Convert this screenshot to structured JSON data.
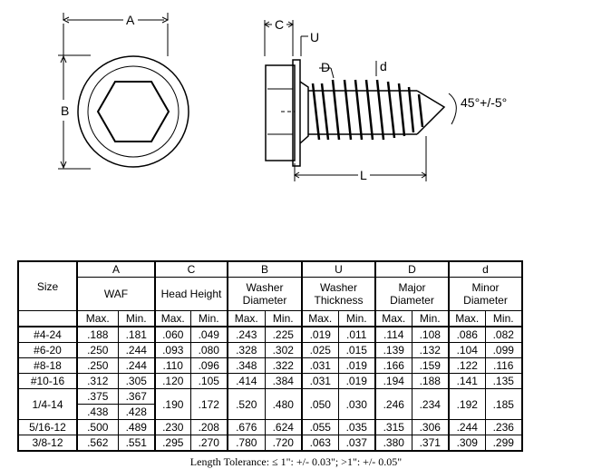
{
  "drawing": {
    "front_view": {
      "label_a": "A",
      "label_b": "B"
    },
    "side_view": {
      "label_c": "C",
      "label_u": "U",
      "label_d_upper": "D",
      "label_d_lower": "d",
      "label_l": "L",
      "angle": "45°+/-5°"
    }
  },
  "table": {
    "groups": [
      "A",
      "C",
      "B",
      "U",
      "D",
      "d"
    ],
    "size_header": "Size",
    "names": [
      "WAF",
      "Head Height",
      "Washer\nDiameter",
      "Washer\nThickness",
      "Major\nDiameter",
      "Minor\nDiameter"
    ],
    "max_label": "Max.",
    "min_label": "Min.",
    "rows": [
      {
        "size": "#4-24",
        "vals": [
          ".188",
          ".181",
          ".060",
          ".049",
          ".243",
          ".225",
          ".019",
          ".011",
          ".114",
          ".108",
          ".086",
          ".082"
        ]
      },
      {
        "size": "#6-20",
        "vals": [
          ".250",
          ".244",
          ".093",
          ".080",
          ".328",
          ".302",
          ".025",
          ".015",
          ".139",
          ".132",
          ".104",
          ".099"
        ]
      },
      {
        "size": "#8-18",
        "vals": [
          ".250",
          ".244",
          ".110",
          ".096",
          ".348",
          ".322",
          ".031",
          ".019",
          ".166",
          ".159",
          ".122",
          ".116"
        ]
      },
      {
        "size": "#10-16",
        "vals": [
          ".312",
          ".305",
          ".120",
          ".105",
          ".414",
          ".384",
          ".031",
          ".019",
          ".194",
          ".188",
          ".141",
          ".135"
        ]
      },
      {
        "size": "1/4-14",
        "waf": [
          ".375",
          ".367",
          ".438",
          ".428"
        ],
        "vals": [
          ".190",
          ".172",
          ".520",
          ".480",
          ".050",
          ".030",
          ".246",
          ".234",
          ".192",
          ".185"
        ]
      },
      {
        "size": "5/16-12",
        "vals": [
          ".500",
          ".489",
          ".230",
          ".208",
          ".676",
          ".624",
          ".055",
          ".035",
          ".315",
          ".306",
          ".244",
          ".236"
        ]
      },
      {
        "size": "3/8-12",
        "vals": [
          ".562",
          ".551",
          ".295",
          ".270",
          ".780",
          ".720",
          ".063",
          ".037",
          ".380",
          ".371",
          ".309",
          ".299"
        ]
      }
    ]
  },
  "tolerance_note": "Length Tolerance: ≤ 1\": +/- 0.03\";   >1\": +/- 0.05\""
}
